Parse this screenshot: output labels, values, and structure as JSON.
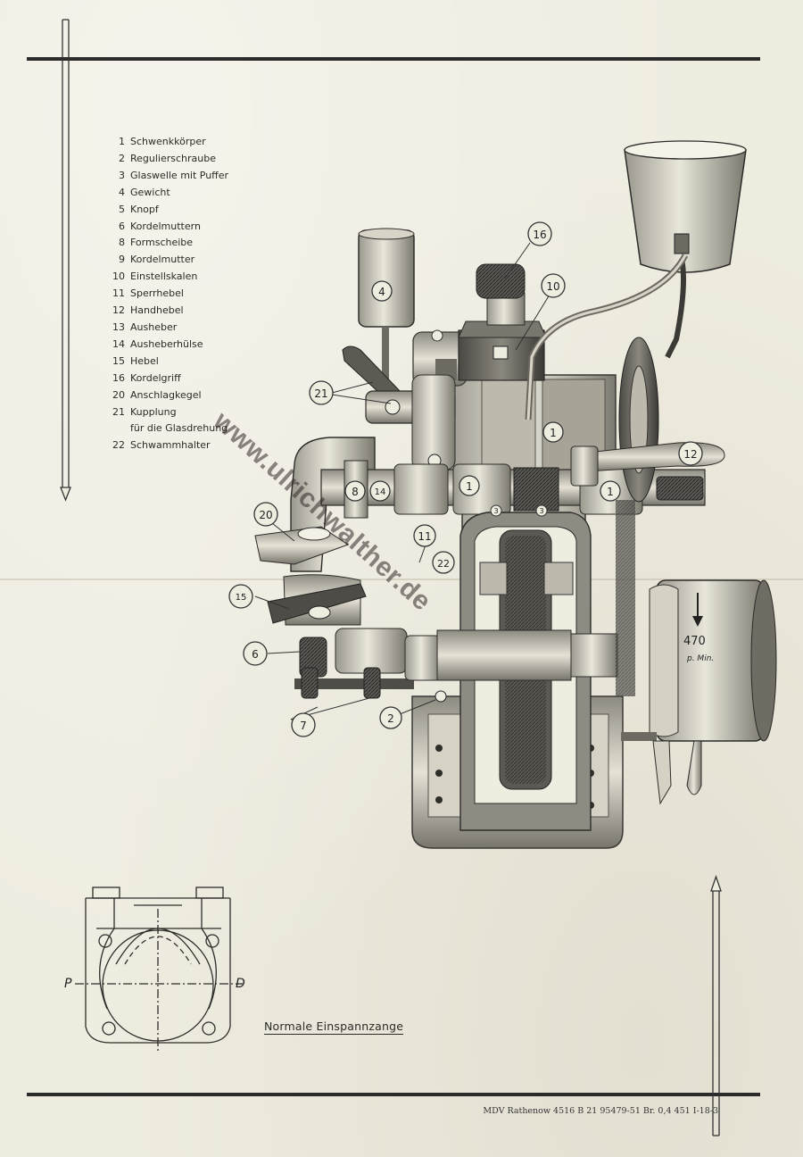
{
  "legend": [
    {
      "num": "1",
      "text": "Schwenkkörper"
    },
    {
      "num": "2",
      "text": "Regulierschraube"
    },
    {
      "num": "3",
      "text": "Glaswelle mit Puffer"
    },
    {
      "num": "4",
      "text": "Gewicht"
    },
    {
      "num": "5",
      "text": "Knopf"
    },
    {
      "num": "6",
      "text": "Kordelmuttern"
    },
    {
      "num": "8",
      "text": "Formscheibe"
    },
    {
      "num": "9",
      "text": "Kordelmutter"
    },
    {
      "num": "10",
      "text": "Einstellskalen"
    },
    {
      "num": "11",
      "text": "Sperrhebel"
    },
    {
      "num": "12",
      "text": "Handhebel"
    },
    {
      "num": "13",
      "text": "Ausheber"
    },
    {
      "num": "14",
      "text": "Ausheberhülse"
    },
    {
      "num": "15",
      "text": "Hebel"
    },
    {
      "num": "16",
      "text": "Kordelgriff"
    },
    {
      "num": "20",
      "text": "Anschlagkegel"
    },
    {
      "num": "21",
      "text": "Kupplung\nfür die Glasdrehung"
    },
    {
      "num": "22",
      "text": "Schwammhalter"
    }
  ],
  "callouts": {
    "c16": "16",
    "c10": "10",
    "c4": "4",
    "c21": "21",
    "c1a": "1",
    "c1b": "1",
    "c1c": "1",
    "c12": "12",
    "c8": "8",
    "c14": "14",
    "c20": "20",
    "c11": "11",
    "c22": "22",
    "c15": "15",
    "c6": "6",
    "c7": "7",
    "c2": "2",
    "c3a": "3",
    "c3b": "3"
  },
  "motor_label": {
    "rpm": "470",
    "unit": "p. Min."
  },
  "detail": {
    "left_mark": "P",
    "right_mark": "D"
  },
  "caption": "Normale Einspannzange",
  "imprint": "MDV Rathenow 4516 B 21 95479-51 Br. 0,4 451   I-18-3",
  "watermark": "www.ulrichwalther.de"
}
